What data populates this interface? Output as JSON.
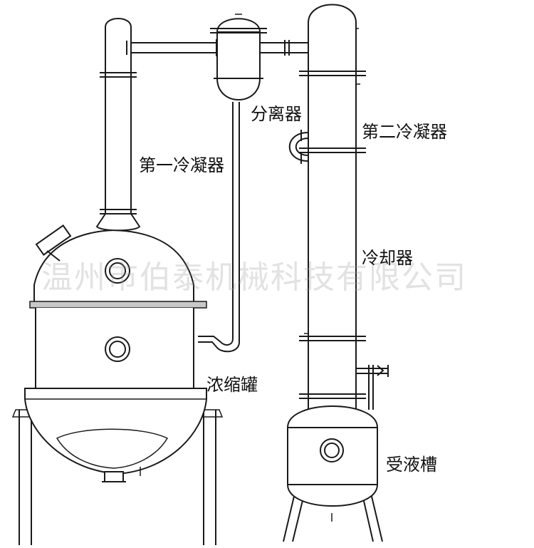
{
  "labels": {
    "separator": "分离器",
    "condenser_1": "第一冷凝器",
    "condenser_2": "第二冷凝器",
    "cooler": "冷却器",
    "concentration_tank": "浓缩罐",
    "receiver_tank": "受液槽"
  },
  "watermark": "温州市伯泰机械科技有限公司"
}
